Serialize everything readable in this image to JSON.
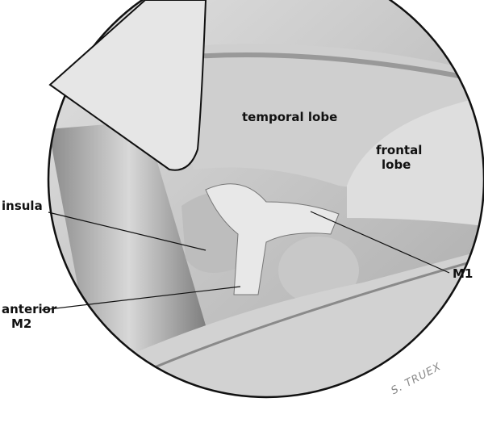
{
  "labels": {
    "temporal_lobe": "temporal lobe",
    "frontal_lobe_1": "frontal",
    "frontal_lobe_2": "lobe",
    "insula": "insula",
    "m1": "M1",
    "anterior_m2_1": "anterior",
    "anterior_m2_2": "M2"
  },
  "signature": "S. TRUEX",
  "colors": {
    "outline": "#111111",
    "tissue_light": "#d6d6d6",
    "tissue_mid": "#b4b4b4",
    "tissue_dark": "#6a6a6a"
  }
}
